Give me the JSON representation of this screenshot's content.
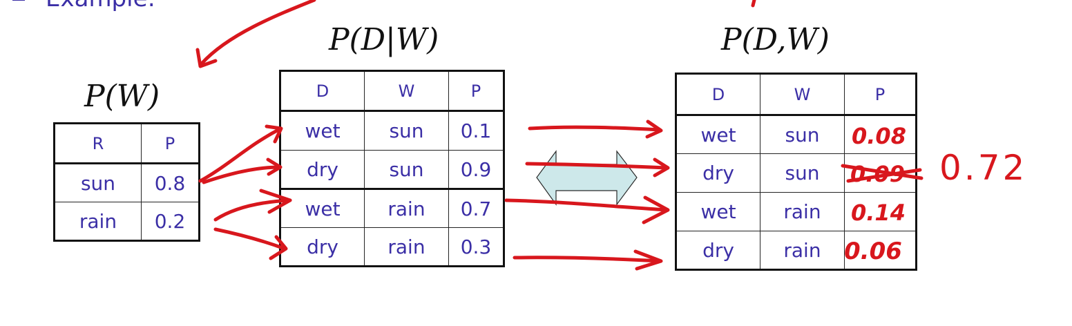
{
  "bullet": {
    "text": "Example:"
  },
  "formulas": {
    "pw": "P(W)",
    "pdw": "P(D|W)",
    "pdw_joint": "P(D,W)"
  },
  "table_pw": {
    "headers": [
      "R",
      "P"
    ],
    "rows": [
      [
        "sun",
        "0.8"
      ],
      [
        "rain",
        "0.2"
      ]
    ]
  },
  "table_pdw": {
    "headers": [
      "D",
      "W",
      "P"
    ],
    "rows": [
      [
        "wet",
        "sun",
        "0.1"
      ],
      [
        "dry",
        "sun",
        "0.9"
      ],
      [
        "wet",
        "rain",
        "0.7"
      ],
      [
        "dry",
        "rain",
        "0.3"
      ]
    ]
  },
  "table_joint": {
    "headers": [
      "D",
      "W",
      "P"
    ],
    "rows": [
      [
        "wet",
        "sun",
        ""
      ],
      [
        "dry",
        "sun",
        ""
      ],
      [
        "wet",
        "rain",
        ""
      ],
      [
        "dry",
        "rain",
        ""
      ]
    ]
  },
  "handwritten": {
    "p1": "0.08",
    "p2": "0.09",
    "p3": "0.14",
    "p4": "0.06",
    "side": "0.72"
  },
  "colors": {
    "text": "#3b2fa6",
    "ink": "#d8171d",
    "arrow_fill": "#cde8ea"
  }
}
